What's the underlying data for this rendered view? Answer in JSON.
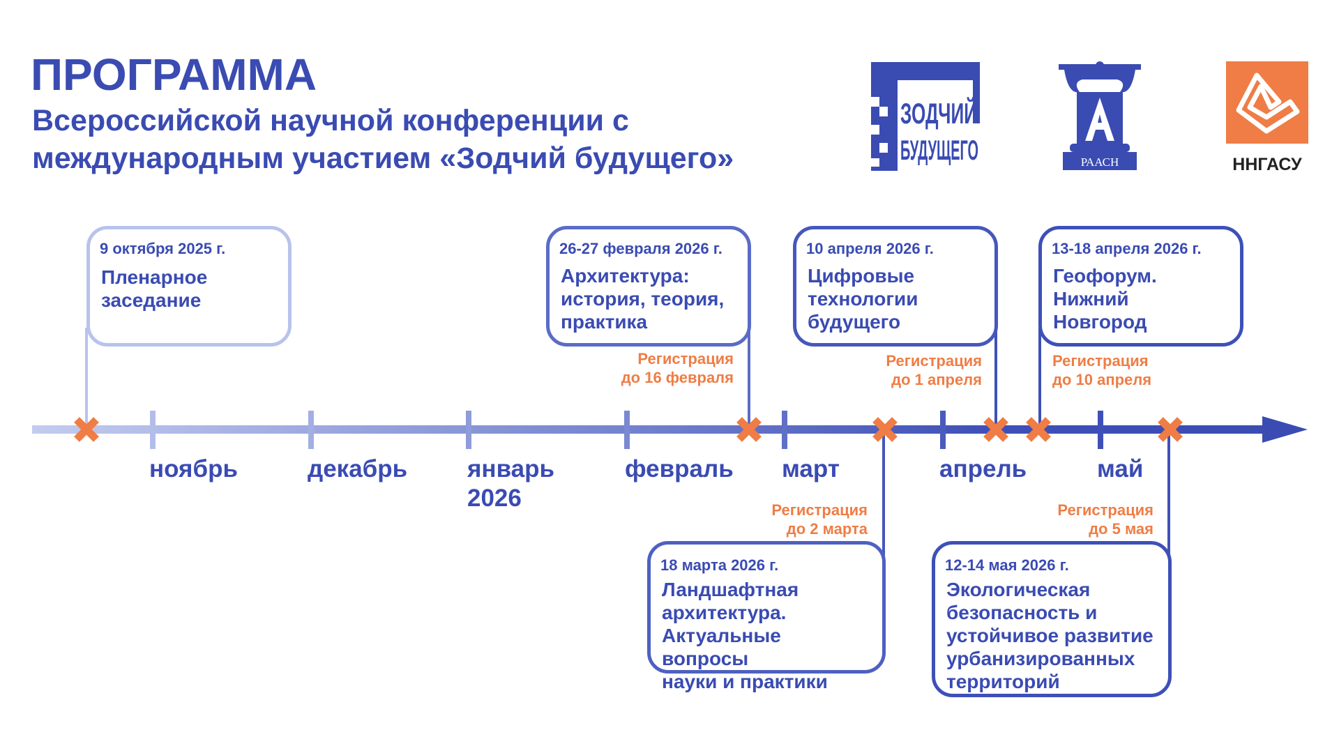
{
  "header": {
    "title": "ПРОГРАММА",
    "subtitle_line1": "Всероссийской научной конференции с",
    "subtitle_line2": "международным участием «Зодчий будущего»"
  },
  "logos": {
    "zodchiy": {
      "line1": "ЗОДЧИЙ",
      "line2": "БУДУЩЕГО"
    },
    "raasn": "РААСН",
    "nngasu": "ННГАСУ"
  },
  "months": [
    "ноябрь",
    "декабрь",
    "январь",
    "февраль",
    "март",
    "апрель",
    "май"
  ],
  "january_year": "2026",
  "events": [
    {
      "date": "9 октября 2025 г.",
      "name": [
        "Пленарное",
        "заседание"
      ]
    },
    {
      "date": "26-27 февраля 2026 г.",
      "name": [
        "Архитектура:",
        "история, теория,",
        "практика"
      ],
      "reg": [
        "Регистрация",
        "до 16 февраля"
      ]
    },
    {
      "date": "10 апреля 2026 г.",
      "name": [
        "Цифровые",
        "технологии",
        "будущего"
      ],
      "reg": [
        "Регистрация",
        "до 1 апреля"
      ]
    },
    {
      "date": "13-18 апреля 2026 г.",
      "name": [
        "Геофорум.",
        "Нижний",
        "Новгород"
      ],
      "reg": [
        "Регистрация",
        "до 10 апреля"
      ]
    },
    {
      "date": "18 марта 2026 г.",
      "name": [
        "Ландшафтная",
        "архитектура.",
        "Актуальные вопросы",
        "науки и практики"
      ],
      "reg": [
        "Регистрация",
        "до 2 марта"
      ]
    },
    {
      "date": "12-14 мая 2026 г.",
      "name": [
        "Экологическая",
        "безопасность и",
        "устойчивое развитие",
        "урбанизированных",
        "территорий"
      ],
      "reg": [
        "Регистрация",
        "до 5 мая"
      ]
    }
  ],
  "colors": {
    "primary": "#3a4bb2",
    "light": "#c0c9ee",
    "accent": "#ef7d45"
  }
}
